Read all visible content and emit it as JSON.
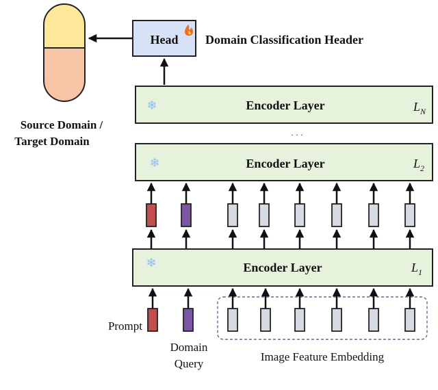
{
  "head": {
    "label": "Head",
    "caption": "Domain Classification Header",
    "fire_icon": "fire-icon"
  },
  "pill": {
    "label_line1": "Source Domain /",
    "label_line2": "Target Domain",
    "top_color": "#fce79a",
    "bottom_color": "#f7c4a6"
  },
  "layers": [
    {
      "label": "Encoder Layer",
      "index": "N",
      "icon": "snowflake-icon"
    },
    {
      "label": "Encoder Layer",
      "index": "2",
      "icon": "snowflake-icon"
    },
    {
      "label": "Encoder Layer",
      "index": "1",
      "icon": "snowflake-icon"
    }
  ],
  "layer_prefix": "L",
  "ellipsis": "· · ·",
  "bottom_labels": {
    "prompt": "Prompt",
    "domain_query_line1": "Domain",
    "domain_query_line2": "Query",
    "image_feature": "Image Feature Embedding"
  },
  "colors": {
    "layer_fill": "#e6f2dc",
    "head_fill": "#d6e2f5",
    "prompt_token": "#c0504d",
    "domain_token": "#7b55a6",
    "image_token": "#d6dbe3",
    "dashed_border": "#5a6f8e"
  }
}
